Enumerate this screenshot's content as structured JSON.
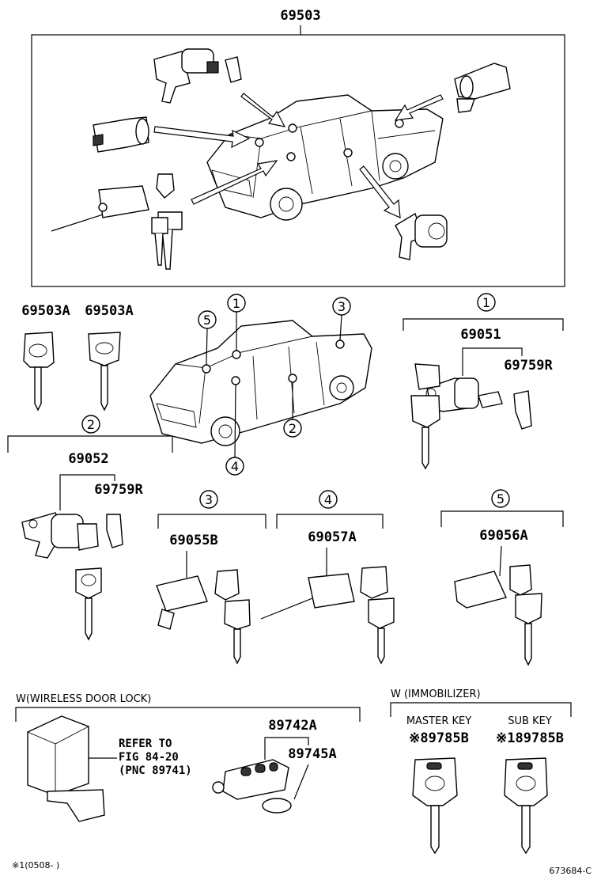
{
  "top_assembly": {
    "part_no": "69503"
  },
  "keys_top": {
    "left_part": "69503A",
    "right_part": "69503A"
  },
  "locations": [
    "1",
    "2",
    "3",
    "4",
    "5"
  ],
  "group1": {
    "callout": "1",
    "assembly": "69051",
    "sub_part": "69759R"
  },
  "group2": {
    "callout": "2",
    "assembly": "69052",
    "sub_part": "69759R"
  },
  "group3": {
    "callout": "3",
    "part": "69055B"
  },
  "group4": {
    "callout": "4",
    "part": "69057A"
  },
  "group5": {
    "callout": "5",
    "part": "69056A"
  },
  "wireless": {
    "title": "W(WIRELESS DOOR LOCK)",
    "refer_lines": [
      "REFER TO",
      "FIG 84-20",
      "(PNC 89741)"
    ],
    "transmitter": "89742A",
    "battery": "89745A"
  },
  "immobilizer": {
    "title": "W (IMMOBILIZER)",
    "master_label": "MASTER KEY",
    "sub_label": "SUB KEY",
    "master_part": "※89785B",
    "sub_part": "※189785B"
  },
  "footer": {
    "note": "※1(0508-        )",
    "code": "673684-C"
  }
}
